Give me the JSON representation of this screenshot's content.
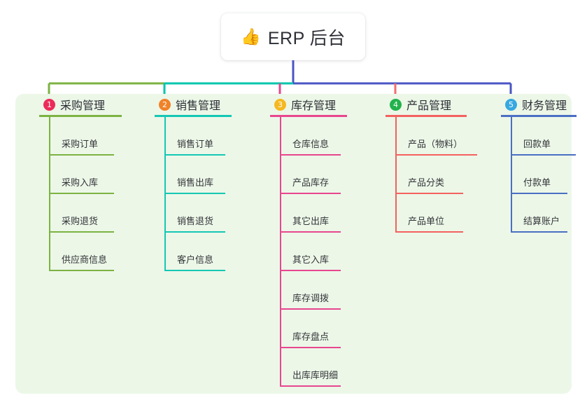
{
  "root": {
    "icon": "thumbs-up-icon",
    "icon_glyph": "👍",
    "title": "ERP 后台"
  },
  "panel": {
    "background": "#ecf7e8"
  },
  "connector_colors": {
    "trunk": "#4a55c4",
    "segment_1": "#7cb342",
    "segment_2": "#00c5ad",
    "segment_3": "#e8468f",
    "segment_4": "#f26d6d",
    "segment_5": "#4a55c4"
  },
  "columns": [
    {
      "number": "1",
      "badge_color": "#ec2b58",
      "line_color": "#7cb342",
      "title": "采购管理",
      "items": [
        {
          "label": "采购订单"
        },
        {
          "label": "采购入库"
        },
        {
          "label": "采购退货"
        },
        {
          "label": "供应商信息"
        }
      ]
    },
    {
      "number": "2",
      "badge_color": "#f08228",
      "line_color": "#14c8b4",
      "title": "销售管理",
      "items": [
        {
          "label": "销售订单"
        },
        {
          "label": "销售出库"
        },
        {
          "label": "销售退货"
        },
        {
          "label": "客户信息"
        }
      ]
    },
    {
      "number": "3",
      "badge_color": "#f5b820",
      "line_color": "#e8468f",
      "title": "库存管理",
      "items": [
        {
          "label": "仓库信息"
        },
        {
          "label": "产品库存"
        },
        {
          "label": "其它出库"
        },
        {
          "label": "其它入库"
        },
        {
          "label": "库存调拨"
        },
        {
          "label": "库存盘点"
        },
        {
          "label": "出库库明细"
        }
      ]
    },
    {
      "number": "4",
      "badge_color": "#22b24c",
      "line_color": "#f4615f",
      "title": "产品管理",
      "items": [
        {
          "label": "产品（物料）"
        },
        {
          "label": "产品分类"
        },
        {
          "label": "产品单位"
        }
      ]
    },
    {
      "number": "5",
      "badge_color": "#37a8e0",
      "line_color": "#4a6fc4",
      "title": "财务管理",
      "items": [
        {
          "label": "回款单"
        },
        {
          "label": "付款单"
        },
        {
          "label": "结算账户"
        }
      ]
    }
  ]
}
